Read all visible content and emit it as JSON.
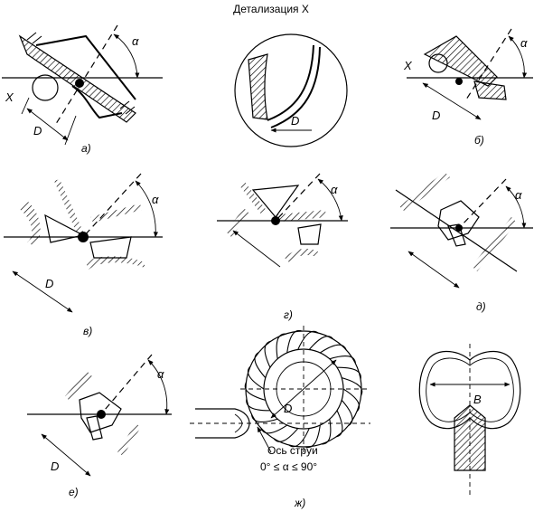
{
  "title": "Детализация X",
  "labels": {
    "x": "X",
    "d": "D",
    "b": "B",
    "alpha": "α"
  },
  "panels": {
    "a": "а)",
    "b": "б)",
    "v": "в)",
    "g": "г)",
    "d": "д)",
    "e": "е)",
    "zh": "ж)"
  },
  "jet": {
    "line1": "Ось струи",
    "line2": "0° ≤ α ≤ 90°"
  }
}
